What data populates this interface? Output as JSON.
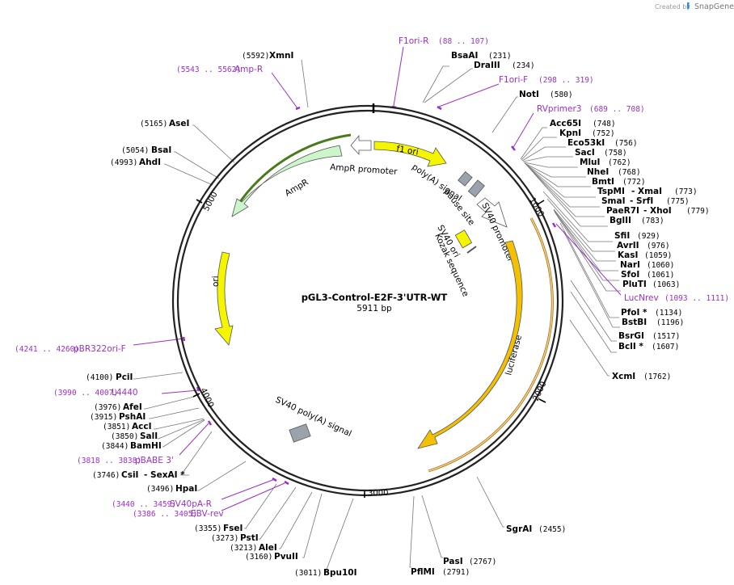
{
  "credit": {
    "text": "Created by",
    "brand": "SnapGene"
  },
  "plasmid": {
    "name": "pGL3-Control-E2F-3'UTR-WT",
    "size": "5911 bp"
  },
  "ticks": [
    "1000",
    "2000",
    "3000",
    "4000",
    "5000"
  ],
  "features": {
    "f1_ori": "f1 ori",
    "ampr_promoter": "AmpR promoter",
    "ampr": "AmpR",
    "polya": "poly(A) signal",
    "pause": "pause site",
    "sv40_promoter": "SV40 promoter",
    "sv40_ori": "SV40 ori",
    "kozak": "Kozak sequence",
    "ori": "ori",
    "luciferase": "luciferase",
    "sv40_polya": "SV40 poly(A) signal"
  },
  "sites_right": [
    {
      "name": "BsaAI",
      "pos": "(231)"
    },
    {
      "name": "DraIII",
      "pos": "(234)"
    },
    {
      "name": "NotI",
      "pos": "(580)"
    },
    {
      "name": "Acc65I",
      "pos": "(748)"
    },
    {
      "name": "KpnI",
      "pos": "(752)"
    },
    {
      "name": "Eco53kI",
      "pos": "(756)"
    },
    {
      "name": "SacI",
      "pos": "(758)"
    },
    {
      "name": "MluI",
      "pos": "(762)"
    },
    {
      "name": "NheI",
      "pos": "(768)"
    },
    {
      "name": "BmtI",
      "pos": "(772)"
    },
    {
      "name": "TspMI",
      "name2": "- XmaI",
      "pos": "(773)"
    },
    {
      "name": "SmaI",
      "name2": "- SrfI",
      "pos": "(775)"
    },
    {
      "name": "PaeR7I",
      "name2": "- XhoI",
      "pos": "(779)"
    },
    {
      "name": "BglII",
      "pos": "(783)"
    },
    {
      "name": "SfiI",
      "pos": "(929)"
    },
    {
      "name": "AvrII",
      "pos": "(976)"
    },
    {
      "name": "KasI",
      "pos": "(1059)"
    },
    {
      "name": "NarI",
      "pos": "(1060)"
    },
    {
      "name": "SfoI",
      "pos": "(1061)"
    },
    {
      "name": "PluTI",
      "pos": "(1063)"
    },
    {
      "name": "PfoI *",
      "pos": "(1134)"
    },
    {
      "name": "BstBI",
      "pos": "(1196)"
    },
    {
      "name": "BsrGI",
      "pos": "(1517)"
    },
    {
      "name": "BclI *",
      "pos": "(1607)"
    },
    {
      "name": "XcmI",
      "pos": "(1762)"
    },
    {
      "name": "SgrAI",
      "pos": "(2455)"
    },
    {
      "name": "PasI",
      "pos": "(2767)"
    },
    {
      "name": "PflMI",
      "pos": "(2791)"
    }
  ],
  "sites_left": [
    {
      "name": "XmnI",
      "pos": "(5592)"
    },
    {
      "name": "AseI",
      "pos": "(5165)"
    },
    {
      "name": "BsaI",
      "pos": "(5054)"
    },
    {
      "name": "AhdI",
      "pos": "(4993)"
    },
    {
      "name": "PciI",
      "pos": "(4100)"
    },
    {
      "name": "AfeI",
      "pos": "(3976)"
    },
    {
      "name": "PshAI",
      "pos": "(3915)"
    },
    {
      "name": "AccI",
      "pos": "(3851)"
    },
    {
      "name": "SalI",
      "pos": "(3850)"
    },
    {
      "name": "BamHI",
      "pos": "(3844)"
    },
    {
      "name": "CsiI",
      "name2": "- SexAI *",
      "pos": "(3746)"
    },
    {
      "name": "HpaI",
      "pos": "(3496)"
    },
    {
      "name": "FseI",
      "pos": "(3355)"
    },
    {
      "name": "PstI",
      "pos": "(3273)"
    },
    {
      "name": "AleI",
      "pos": "(3213)"
    },
    {
      "name": "PvuII",
      "pos": "(3160)"
    },
    {
      "name": "Bpu10I",
      "pos": "(3011)"
    }
  ],
  "primers": [
    {
      "name": "F1ori-R",
      "pos": "(88 .. 107)"
    },
    {
      "name": "F1ori-F",
      "pos": "(298 .. 319)"
    },
    {
      "name": "RVprimer3",
      "pos": "(689 .. 708)"
    },
    {
      "name": "LucNrev",
      "pos": "(1093 .. 1111)"
    },
    {
      "name": "Amp-R",
      "pos": "(5543 .. 5562)"
    },
    {
      "name": "pBR322ori-F",
      "pos": "(4241 .. 4260)"
    },
    {
      "name": "L4440",
      "pos": "(3990 .. 4007)"
    },
    {
      "name": "pBABE 3'",
      "pos": "(3818 .. 3838)"
    },
    {
      "name": "SV40pA-R",
      "pos": "(3440 .. 3459)"
    },
    {
      "name": "EBV-rev",
      "pos": "(3386 .. 3405)"
    }
  ],
  "colors": {
    "backbone": "#222222",
    "primer": "#9b2fcb",
    "f1_ori": "#f5f500",
    "ampr": "#ccf5cc",
    "ampr_promoter": "#ffffff",
    "luciferase": "#f5c000",
    "grey_box": "#9aa3ab"
  }
}
